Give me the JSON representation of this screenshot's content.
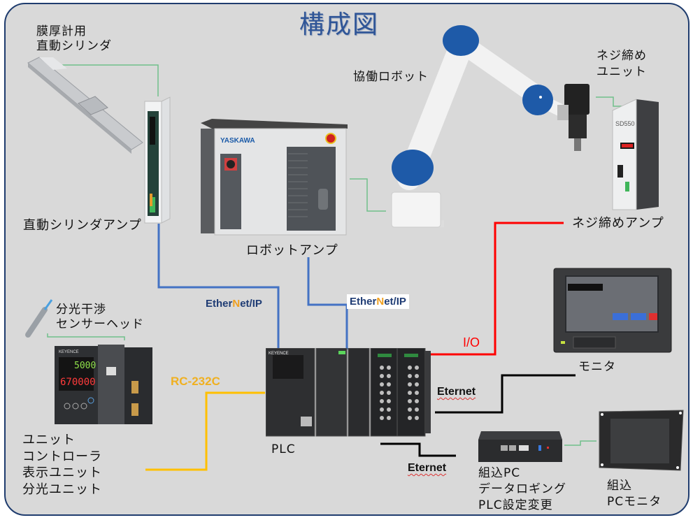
{
  "diagram": {
    "title": "構成図",
    "components": {
      "cylinder": {
        "label_line1": "膜厚計用",
        "label_line2": "直動シリンダ"
      },
      "cylinder_amp": {
        "label": "直動シリンダアンプ"
      },
      "robot_amp": {
        "label": "ロボットアンプ",
        "brand": "YASKAWA"
      },
      "cobot": {
        "label": "協働ロボット"
      },
      "screw_unit": {
        "label_line1": "ネジ締め",
        "label_line2": "ユニット"
      },
      "screw_amp": {
        "label": "ネジ締めアンプ",
        "model": "SD550"
      },
      "sensor_head": {
        "label_line1": "分光干渉",
        "label_line2": "センサーヘッド"
      },
      "controller": {
        "label_lines": [
          "ユニット",
          "コントローラ",
          "表示ユニット",
          "分光ユニット"
        ],
        "display_top": "5000",
        "display_bottom": "670000",
        "brand": "KEYENCE"
      },
      "plc": {
        "label": "PLC",
        "brand": "KEYENCE"
      },
      "monitor": {
        "label": "モニタ"
      },
      "embedded_pc": {
        "label_lines": [
          "組込PC",
          "データロギング",
          "PLC設定変更"
        ]
      },
      "pc_monitor": {
        "label_line1": "組込",
        "label_line2": "PCモニタ"
      }
    },
    "connections": {
      "ethernet_ip_1": {
        "pre": "Ether",
        "mid": "N",
        "post": "et/IP",
        "color": "#4472c4"
      },
      "ethernet_ip_2": {
        "pre": "Ether",
        "mid": "N",
        "post": "et/IP",
        "color": "#4472c4"
      },
      "rs232c": {
        "label": "RC-232C",
        "color": "#ffc000"
      },
      "io": {
        "label": "I/O",
        "color": "#ff0000"
      },
      "ethernet_1": {
        "label": "Eternet",
        "color": "#000000"
      },
      "ethernet_2": {
        "label": "Eternet",
        "color": "#000000"
      },
      "local_link_color": "#70c08a"
    }
  }
}
